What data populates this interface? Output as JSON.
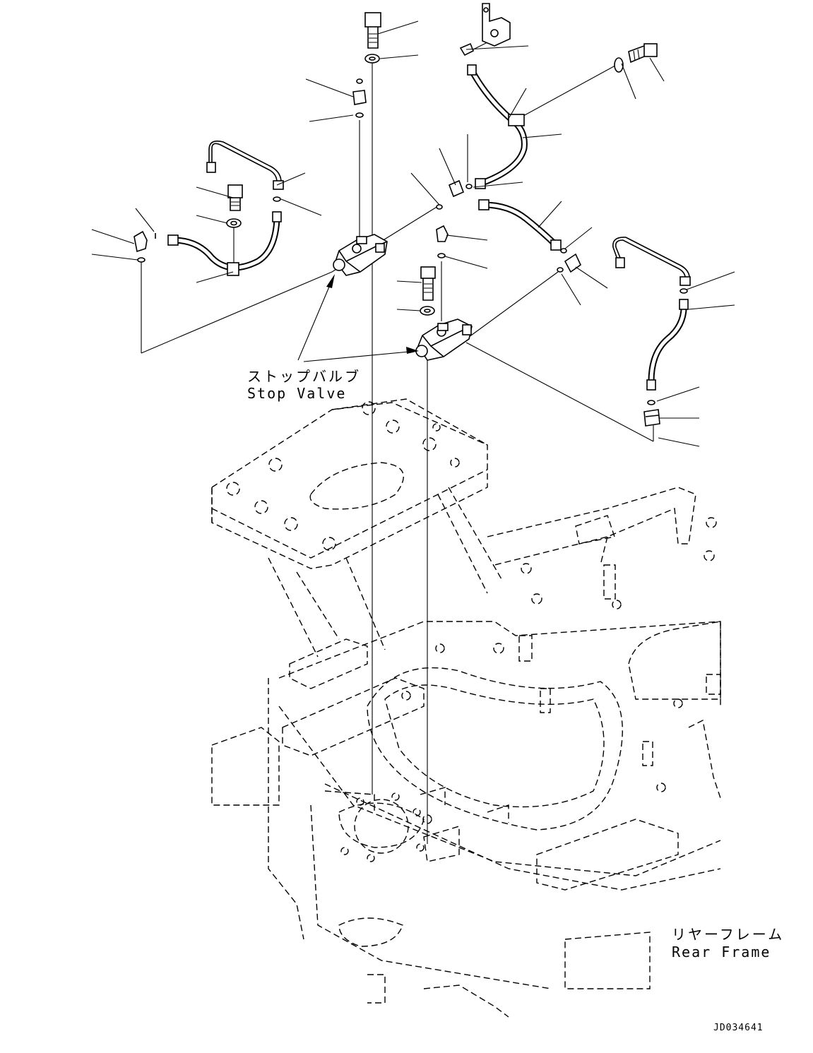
{
  "labels": {
    "stop_valve_ja": "ストップバルブ",
    "stop_valve_en": "Stop Valve",
    "rear_frame_ja": "リヤーフレーム",
    "rear_frame_en": "Rear Frame",
    "drawing_id": "JD034641"
  },
  "style": {
    "line_color": "#000000",
    "background": "#ffffff"
  }
}
